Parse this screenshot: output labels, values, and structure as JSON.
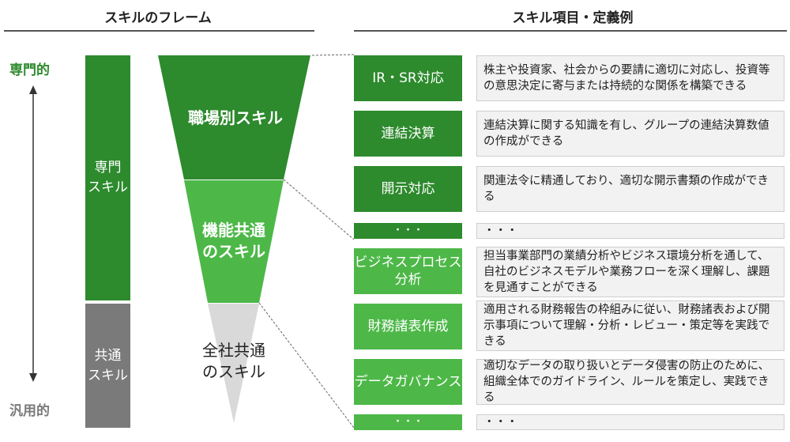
{
  "headers": {
    "framework": "スキルのフレーム",
    "definitions": "スキル項目・定義例"
  },
  "axis": {
    "top": "専門的",
    "bottom": "汎用的"
  },
  "columns": {
    "specialized": "専門\nスキル",
    "common": "共通\nスキル"
  },
  "funnel": {
    "level1": "職場別スキル",
    "level2": "機能共通\nのスキル",
    "level3": "全社共通\nのスキル"
  },
  "skills": [
    {
      "name": "IR・SR対応",
      "definition": "株主や投資家、社会からの要請に適切に対応し、投資等の意思決定に寄与または持続的な関係を構築できる"
    },
    {
      "name": "連結決算",
      "definition": "連結決算に関する知識を有し、グループの連結決算数値の作成ができる"
    },
    {
      "name": "開示対応",
      "definition": "関連法令に精通しており、適切な開示書類の作成ができる"
    },
    {
      "name": "・・・",
      "definition": "・・・"
    },
    {
      "name": "ビジネスプロセス\n分析",
      "definition": "担当事業部門の業績分析やビジネス環境分析を通して、自社のビジネスモデルや業務フローを深く理解し、課題を見通すことができる"
    },
    {
      "name": "財務諸表作成",
      "definition": "適用される財務報告の枠組みに従い、財務諸表および開示事項について理解・分析・レビュー・策定等を実践できる"
    },
    {
      "name": "データガバナンス",
      "definition": "適切なデータの取り扱いとデータ侵害の防止のために、組織全体でのガイドライン、ルールを策定し、実践できる"
    },
    {
      "name": "・・・",
      "definition": "・・・"
    }
  ],
  "colors": {
    "dark_green": "#2d8a2d",
    "light_green": "#4db848",
    "gray": "#7a7a7a",
    "light_gray": "#d9d9d9"
  }
}
